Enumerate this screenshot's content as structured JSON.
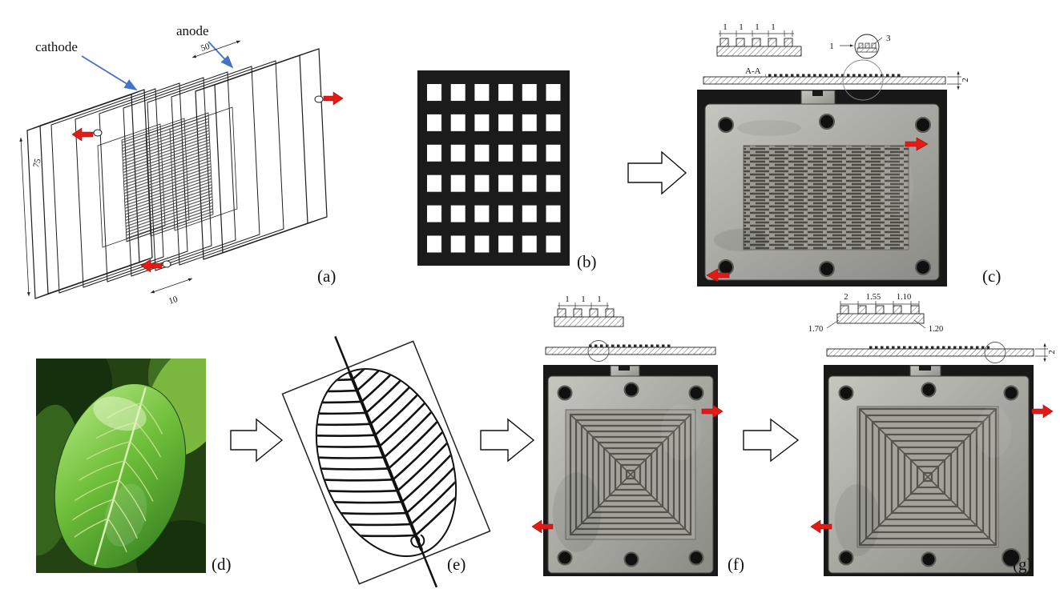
{
  "colors": {
    "red_arrow": "#e31b17",
    "blue_arrow": "#4472c4",
    "plate_metal": "#a8a8a2",
    "photo_background": "#181818",
    "pattern_black": "#1b1b1b"
  },
  "panel_a": {
    "label": "(a)",
    "cathode_label": "cathode",
    "anode_label": "anode",
    "dim_height": "75",
    "dim_width": "50",
    "dim_thickness": "10"
  },
  "panel_b": {
    "label": "(b)"
  },
  "panel_c": {
    "label": "(c)",
    "channel_dims": [
      "1",
      "1",
      "1",
      "1"
    ],
    "section_label": "A-A",
    "detail_depth": "3",
    "detail_width": "1",
    "plate_thickness": "2"
  },
  "panel_d": {
    "label": "(d)"
  },
  "panel_e": {
    "label": "(e)"
  },
  "panel_f": {
    "label": "(f)",
    "channel_dims": [
      "1",
      "1",
      "1"
    ]
  },
  "panel_g": {
    "label": "(g)",
    "rib_dims": [
      "2",
      "1.55",
      "1.10"
    ],
    "dim_left": "1.70",
    "dim_right": "1.20",
    "plate_thickness": "2"
  }
}
